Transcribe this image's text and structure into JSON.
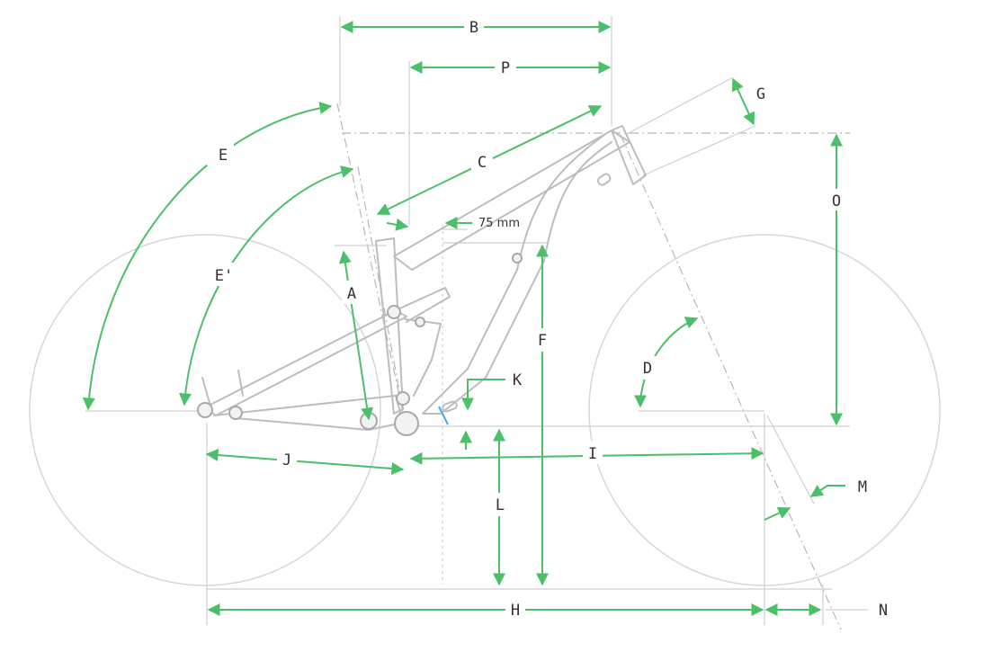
{
  "diagram": {
    "accent_color": "#4cbf6a",
    "labels": {
      "A": "A",
      "B": "B",
      "C": "C",
      "D": "D",
      "E": "E",
      "E_prime": "E'",
      "F": "F",
      "G": "G",
      "H": "H",
      "I": "I",
      "J": "J",
      "K": "K",
      "L": "L",
      "M": "M",
      "N": "N",
      "O": "O",
      "P": "P"
    },
    "annotation_75mm": "75 mm"
  }
}
